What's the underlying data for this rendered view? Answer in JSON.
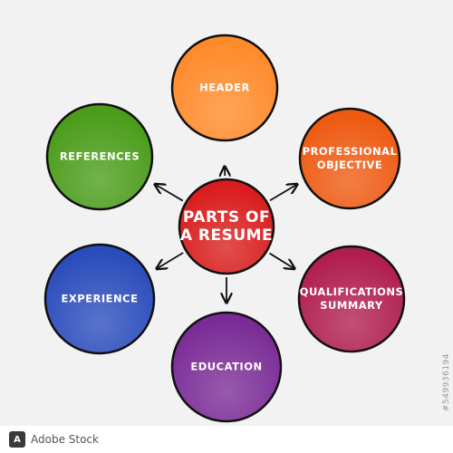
{
  "diagram": {
    "center": {
      "lines": [
        "PARTS OF",
        "A RESUME"
      ],
      "color": "#d91c1c"
    },
    "nodes": [
      {
        "id": "header",
        "lines": [
          "HEADER"
        ],
        "color": "#ff8a2a",
        "icon": ""
      },
      {
        "id": "professional-objective",
        "lines": [
          "PROFESSIONAL",
          "OBJECTIVE"
        ],
        "color": "#ee5a12"
      },
      {
        "id": "qualifications-summary",
        "lines": [
          "QUALIFICATIONS",
          "SUMMARY"
        ],
        "color": "#b01e4e"
      },
      {
        "id": "education",
        "lines": [
          "EDUCATION"
        ],
        "color": "#7a2b96"
      },
      {
        "id": "experience",
        "lines": [
          "EXPERIENCE"
        ],
        "color": "#2a4cbb"
      },
      {
        "id": "references",
        "lines": [
          "REFERENCES"
        ],
        "color": "#4a9c1a"
      }
    ]
  },
  "watermark": {
    "stock_id": "#549936194",
    "brand_mark": "A",
    "brand_name": "Adobe Stock"
  }
}
